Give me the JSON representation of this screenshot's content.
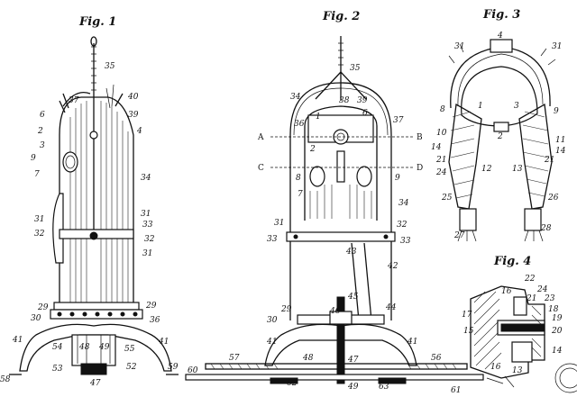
{
  "figures": {
    "fig1": "Fig. 1",
    "fig2": "Fig. 2",
    "fig3": "Fig. 3",
    "fig4": "Fig. 4"
  },
  "fig1_labels": {
    "n35": "35",
    "n37": "37",
    "n40": "40",
    "n39": "39",
    "n6": "6",
    "n4": "4",
    "n2": "2",
    "n3": "3",
    "n9": "9",
    "n7": "7",
    "n34": "34",
    "n31a": "31",
    "n33": "33",
    "n32a": "32",
    "n31b": "31",
    "n32b": "32",
    "n31c": "31",
    "n29a": "29",
    "n29b": "29",
    "n30a": "30",
    "n36": "36",
    "n41a": "41",
    "n41b": "41",
    "n54": "54",
    "n48": "48",
    "n49": "49",
    "n55": "55",
    "n53": "53",
    "n47": "47",
    "n52": "52",
    "n58": "58",
    "n59": "59"
  },
  "fig2_labels": {
    "n35": "35",
    "n34a": "34",
    "n38": "38",
    "n39": "39",
    "n36": "36",
    "n1": "1",
    "n6": "6",
    "n37": "37",
    "A": "A",
    "n2": "2",
    "B": "B",
    "C": "C",
    "n8": "8",
    "D": "D",
    "n9": "9",
    "n7": "7",
    "n34b": "34",
    "n31": "31",
    "n32": "32",
    "n33a": "33",
    "n33b": "33",
    "n43": "43",
    "n42": "42",
    "n45": "45",
    "n46": "46",
    "n44": "44",
    "n30": "30",
    "n29": "29",
    "n41a": "41",
    "n41b": "41",
    "n57": "57",
    "n48": "48",
    "n56": "56",
    "n60": "60",
    "n47": "47",
    "n62": "62",
    "n49": "49",
    "n63": "63",
    "n61": "61"
  },
  "fig3_labels": {
    "n4": "4",
    "n31a": "31",
    "n31b": "31",
    "n8": "8",
    "n1": "1",
    "n3": "3",
    "n9": "9",
    "n10": "10",
    "n2": "2",
    "n11": "11",
    "n14a": "14",
    "n14b": "14",
    "n21a": "21",
    "n21b": "21",
    "n24": "24",
    "n12": "12",
    "n13": "13",
    "n25": "25",
    "n26": "26",
    "n27": "27",
    "n28": "28"
  },
  "fig4_labels": {
    "n22": "22",
    "n16a": "16",
    "n24": "24",
    "n21": "21",
    "n23": "23",
    "n17": "17",
    "n18": "18",
    "n19": "19",
    "n15": "15",
    "n20": "20",
    "n14": "14",
    "n16b": "16",
    "n13": "13"
  }
}
